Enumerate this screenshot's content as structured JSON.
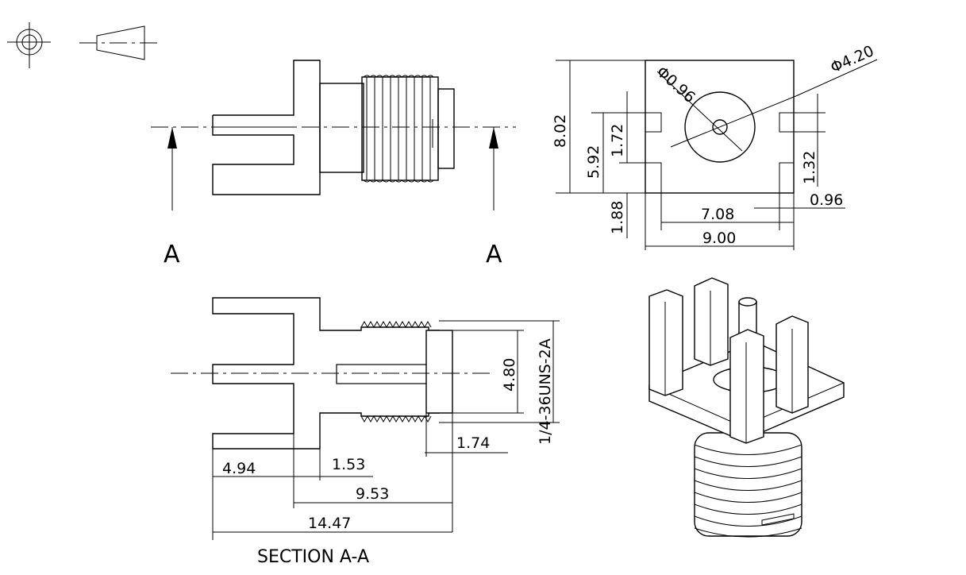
{
  "section_labels": {
    "left_arrow": "A",
    "right_arrow": "A",
    "section_title": "SECTION A-A"
  },
  "front_view_dims": {
    "d_842": "8.02",
    "d_592": "5.92",
    "d_172": "1.72",
    "d_188": "1.88",
    "d_132": "1.32",
    "d_096_hole": "Φ0.96",
    "d_420_circle": "Φ4.20",
    "d_708": "7.08",
    "d_096_side": "0.96",
    "d_900": "9.00"
  },
  "section_view_dims": {
    "d_480": "4.80",
    "thread": "1/4-36UNS-2A",
    "d_174": "1.74",
    "d_494": "4.94",
    "d_153": "1.53",
    "d_953": "9.53",
    "d_1447": "14.47"
  },
  "colors": {
    "line": "#000000",
    "background": "#ffffff"
  }
}
